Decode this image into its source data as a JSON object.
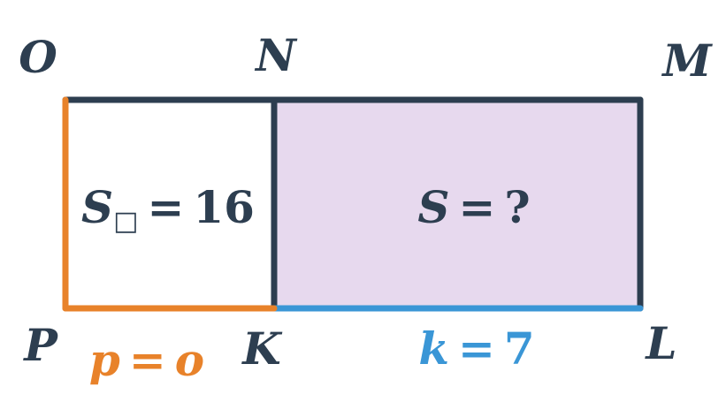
{
  "points": {
    "O": "O",
    "N": "N",
    "M": "M",
    "P": "P",
    "K": "K",
    "L": "L"
  },
  "square_area": {
    "symbol": "S",
    "subscript": "□",
    "equals": "=",
    "value": "16"
  },
  "rect_area": {
    "symbol": "S",
    "equals": "=",
    "value": "?"
  },
  "side_p": {
    "var": "p",
    "equals": "=",
    "value": "o"
  },
  "side_k": {
    "var": "k",
    "equals": "=",
    "value": "7"
  },
  "colors": {
    "outline": "#2d3e50",
    "orange": "#e8822a",
    "blue": "#3a96d6",
    "fill": "#e7d9ee"
  }
}
